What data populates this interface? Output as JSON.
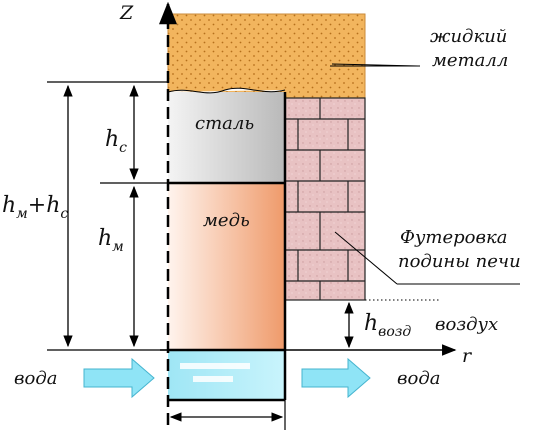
{
  "axes": {
    "z_label": "Z",
    "r_label": "r"
  },
  "layers": {
    "liquid_metal": "жидкий\nметалл",
    "steel": "сталь",
    "copper": "медь",
    "lining": "Футеровка\nподины печи",
    "air": "воздух"
  },
  "dimensions": {
    "h_c": {
      "base": "h",
      "sub": "c"
    },
    "h_m": {
      "base": "h",
      "sub": "м"
    },
    "h_total": {
      "base1": "h",
      "sub1": "м",
      "plus": "+",
      "base2": "h",
      "sub2": "c"
    },
    "h_air": {
      "base": "h",
      "sub": "возд"
    }
  },
  "water": {
    "inlet": "вода",
    "outlet": "вода"
  },
  "colors": {
    "liquid_metal": "#f2b55e",
    "steel_light": "#f4f4f4",
    "steel_dark": "#b9b9b9",
    "copper_light": "#fff4ee",
    "copper_dark": "#ef9a6a",
    "brick": "#e8c2c3",
    "water_channel": "#a8ecf8",
    "water_arrow": "#8fe4f6"
  }
}
